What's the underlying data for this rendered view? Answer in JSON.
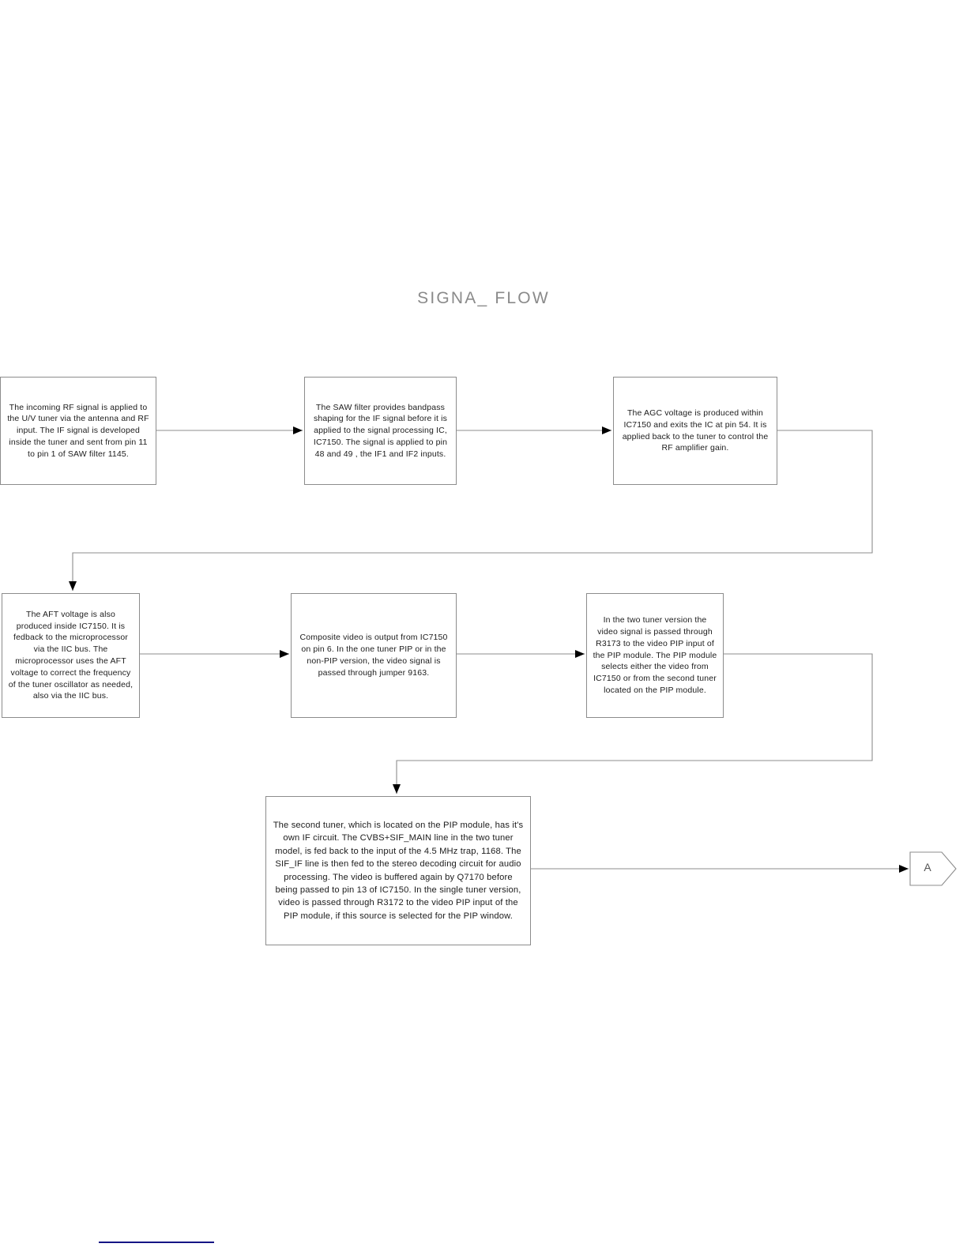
{
  "page": {
    "title": "SIGNAL FLOW",
    "title_rendered": "SIGNA_ FLOW",
    "background_color": "#ffffff",
    "line_color": "#8c8c8c",
    "arrow_color": "#000000",
    "text_color": "#1c1c1c",
    "title_color": "#8a8a8a",
    "accent_rule_color": "#151585"
  },
  "flow": {
    "boxes": [
      {
        "id": "rf-input",
        "name": "rf-signal-box",
        "row": 1,
        "order": 1,
        "text": "The incoming RF signal is applied to the U/V tuner via the antenna and RF input. The IF signal is developed inside the tuner and sent from pin 11 to pin 1 of SAW filter 1145."
      },
      {
        "id": "saw-filter",
        "name": "saw-filter-box",
        "row": 1,
        "order": 2,
        "text": "The SAW filter provides bandpass shaping for the IF signal before it is applied to the signal processing IC, IC7150. The signal is applied to pin 48 and 49 , the IF1 and IF2 inputs."
      },
      {
        "id": "agc-voltage",
        "name": "agc-voltage-box",
        "row": 1,
        "order": 3,
        "text": "The AGC voltage is produced within IC7150 and exits the IC at pin 54. It is applied back to the tuner to control the RF amplifier gain."
      },
      {
        "id": "aft-voltage",
        "name": "aft-voltage-box",
        "row": 2,
        "order": 1,
        "text": "The AFT voltage is also produced inside IC7150. It is fedback to the microprocessor via the IIC bus. The microprocessor uses the AFT voltage to correct the frequency of the tuner oscillator as needed, also via the IIC bus."
      },
      {
        "id": "composite-video",
        "name": "composite-video-box",
        "row": 2,
        "order": 2,
        "text": "Composite video is output from IC7150 on pin 6. In the one tuner PIP or in the non-PIP version, the video signal is passed through jumper 9163."
      },
      {
        "id": "pip-module",
        "name": "pip-module-box",
        "row": 2,
        "order": 3,
        "text": "In the two tuner version the video signal is passed through R3173 to the video PIP input of the PIP module. The PIP module selects either the video from IC7150 or from the second tuner located on the PIP module."
      },
      {
        "id": "second-tuner",
        "name": "second-tuner-box",
        "row": 3,
        "order": 1,
        "text": "The second tuner, which is located on the PIP module, has it's own IF circuit. The CVBS+SIF_MAIN line in the two tuner model, is fed back to the input of the 4.5 MHz trap, 1168. The SIF_IF line is then fed to the stereo decoding circuit for audio processing. The video is buffered again by Q7170 before being passed to pin 13 of IC7150. In the single tuner version, video is passed through R3172 to the video PIP input of the PIP module, if this source is selected for the PIP window."
      }
    ],
    "offpage_connector": {
      "name": "offpage-connector-a",
      "label": "A"
    }
  }
}
